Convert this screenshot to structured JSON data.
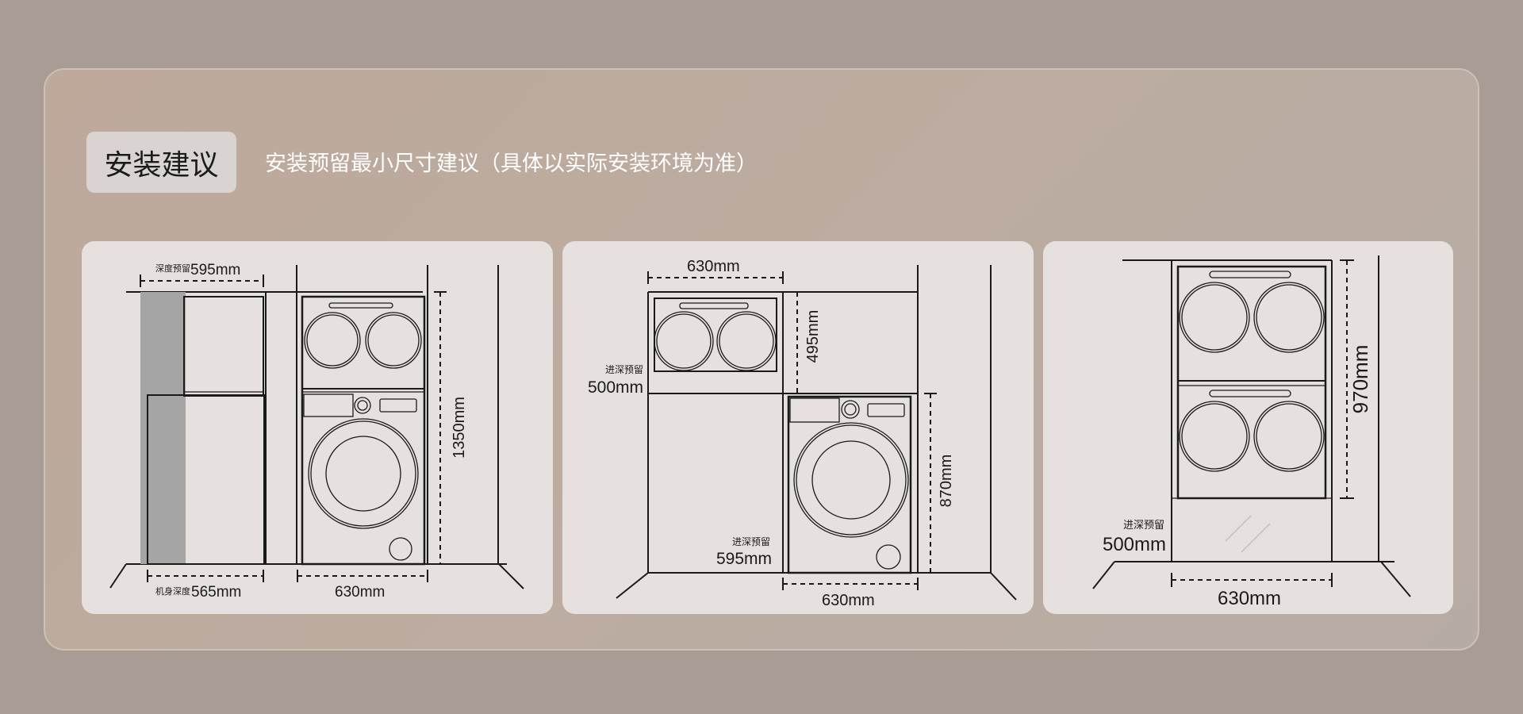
{
  "header": {
    "title": "安装建议",
    "subtitle": "安装预留最小尺寸建议（具体以实际安装环境为准）"
  },
  "diagram1": {
    "top_prefix": "深度预留",
    "top_value": "595mm",
    "bottom_prefix": "机身深度",
    "bottom_value": "565mm",
    "bottom_width": "630mm",
    "height": "1350mm"
  },
  "diagram2": {
    "top_width": "630mm",
    "dryer_height": "495mm",
    "side_prefix": "进深预留",
    "side_value": "500mm",
    "bottom_prefix": "进深预留",
    "bottom_value": "595mm",
    "bottom_width": "630mm",
    "washer_height": "870mm"
  },
  "diagram3": {
    "height": "970mm",
    "side_prefix": "进深预留",
    "side_value": "500mm",
    "bottom_width": "630mm"
  },
  "colors": {
    "background": "#a89c95",
    "panel": "#bcaca1",
    "card": "#e6e1df",
    "line": "#1a1a1a",
    "shade": "#a5a5a5"
  }
}
